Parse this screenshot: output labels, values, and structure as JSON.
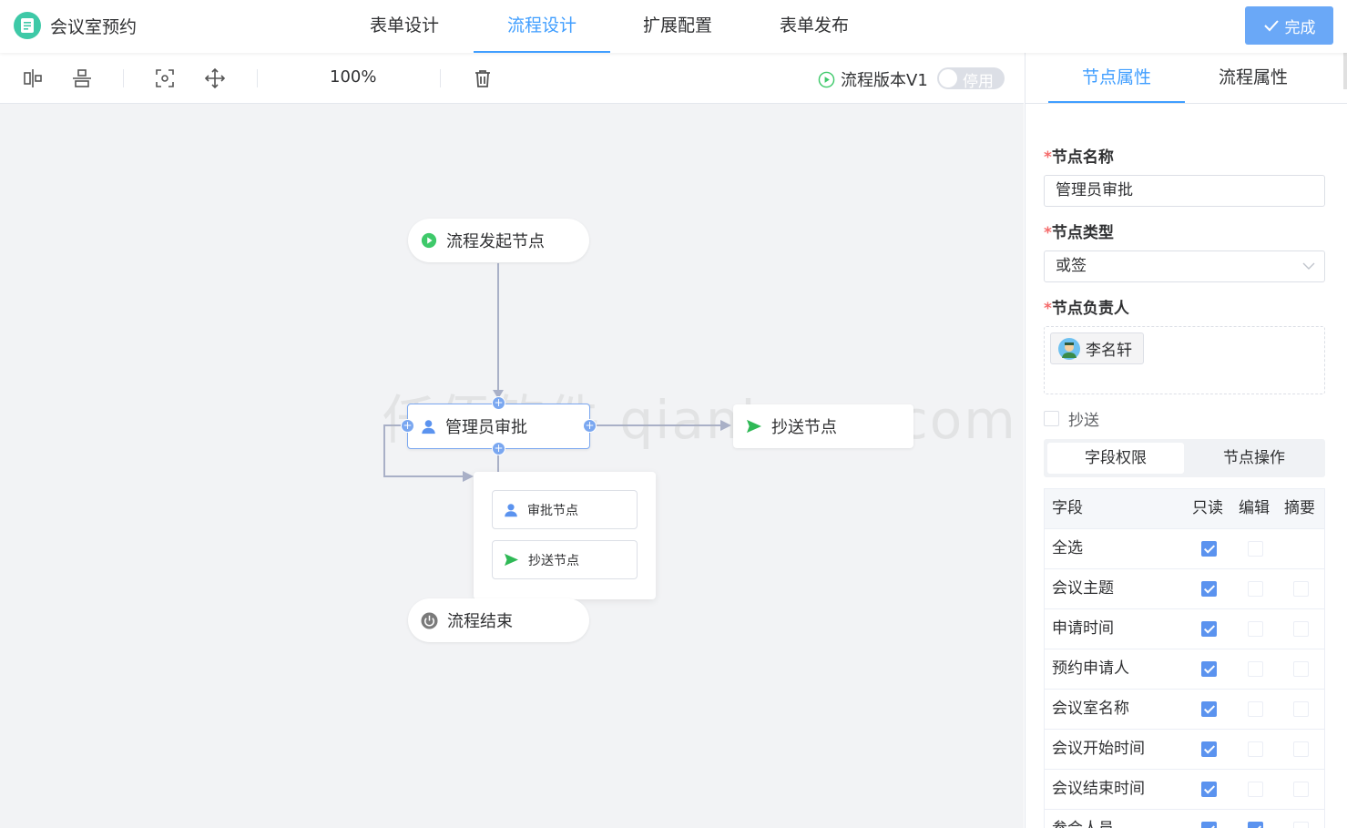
{
  "app": {
    "title": "会议室预约",
    "logo_icon": "document-icon",
    "accent": "#409eff"
  },
  "main_tabs": [
    {
      "label": "表单设计",
      "active": false
    },
    {
      "label": "流程设计",
      "active": true
    },
    {
      "label": "扩展配置",
      "active": false
    },
    {
      "label": "表单发布",
      "active": false
    }
  ],
  "finish_button": {
    "label": "完成"
  },
  "toolbar": {
    "zoom": "100%",
    "version_label": "流程版本V1",
    "toggle_label": "停用",
    "toggle_on": false
  },
  "canvas": {
    "watermark": "仟佰软件 qianbone.com",
    "nodes": {
      "start": "流程发起节点",
      "approver": "管理员审批",
      "cc": "抄送节点",
      "end": "流程结束"
    },
    "add_menu": [
      {
        "label": "审批节点",
        "icon": "user-icon"
      },
      {
        "label": "抄送节点",
        "icon": "send-icon"
      }
    ]
  },
  "panel": {
    "tabs": [
      {
        "label": "节点属性",
        "active": true
      },
      {
        "label": "流程属性",
        "active": false
      }
    ],
    "node_name": {
      "label": "节点名称",
      "required": "*",
      "value": "管理员审批"
    },
    "node_type": {
      "label": "节点类型",
      "required": "*",
      "value": "或签"
    },
    "node_owner": {
      "label": "节点负责人",
      "required": "*",
      "person": "李名轩"
    },
    "cc_checkbox": {
      "label": "抄送",
      "checked": false
    },
    "segments": [
      {
        "label": "字段权限",
        "active": true
      },
      {
        "label": "节点操作",
        "active": false
      }
    ],
    "table": {
      "headers": [
        "字段",
        "只读",
        "编辑",
        "摘要"
      ],
      "rows": [
        {
          "field": "全选",
          "readonly": true,
          "edit": false,
          "summary": null
        },
        {
          "field": "会议主题",
          "readonly": true,
          "edit": false,
          "summary": false
        },
        {
          "field": "申请时间",
          "readonly": true,
          "edit": false,
          "summary": false
        },
        {
          "field": "预约申请人",
          "readonly": true,
          "edit": false,
          "summary": false
        },
        {
          "field": "会议室名称",
          "readonly": true,
          "edit": false,
          "summary": false
        },
        {
          "field": "会议开始时间",
          "readonly": true,
          "edit": false,
          "summary": false
        },
        {
          "field": "会议结束时间",
          "readonly": true,
          "edit": false,
          "summary": false
        },
        {
          "field": "参会人员",
          "readonly": true,
          "edit": true,
          "summary": false
        }
      ]
    }
  }
}
